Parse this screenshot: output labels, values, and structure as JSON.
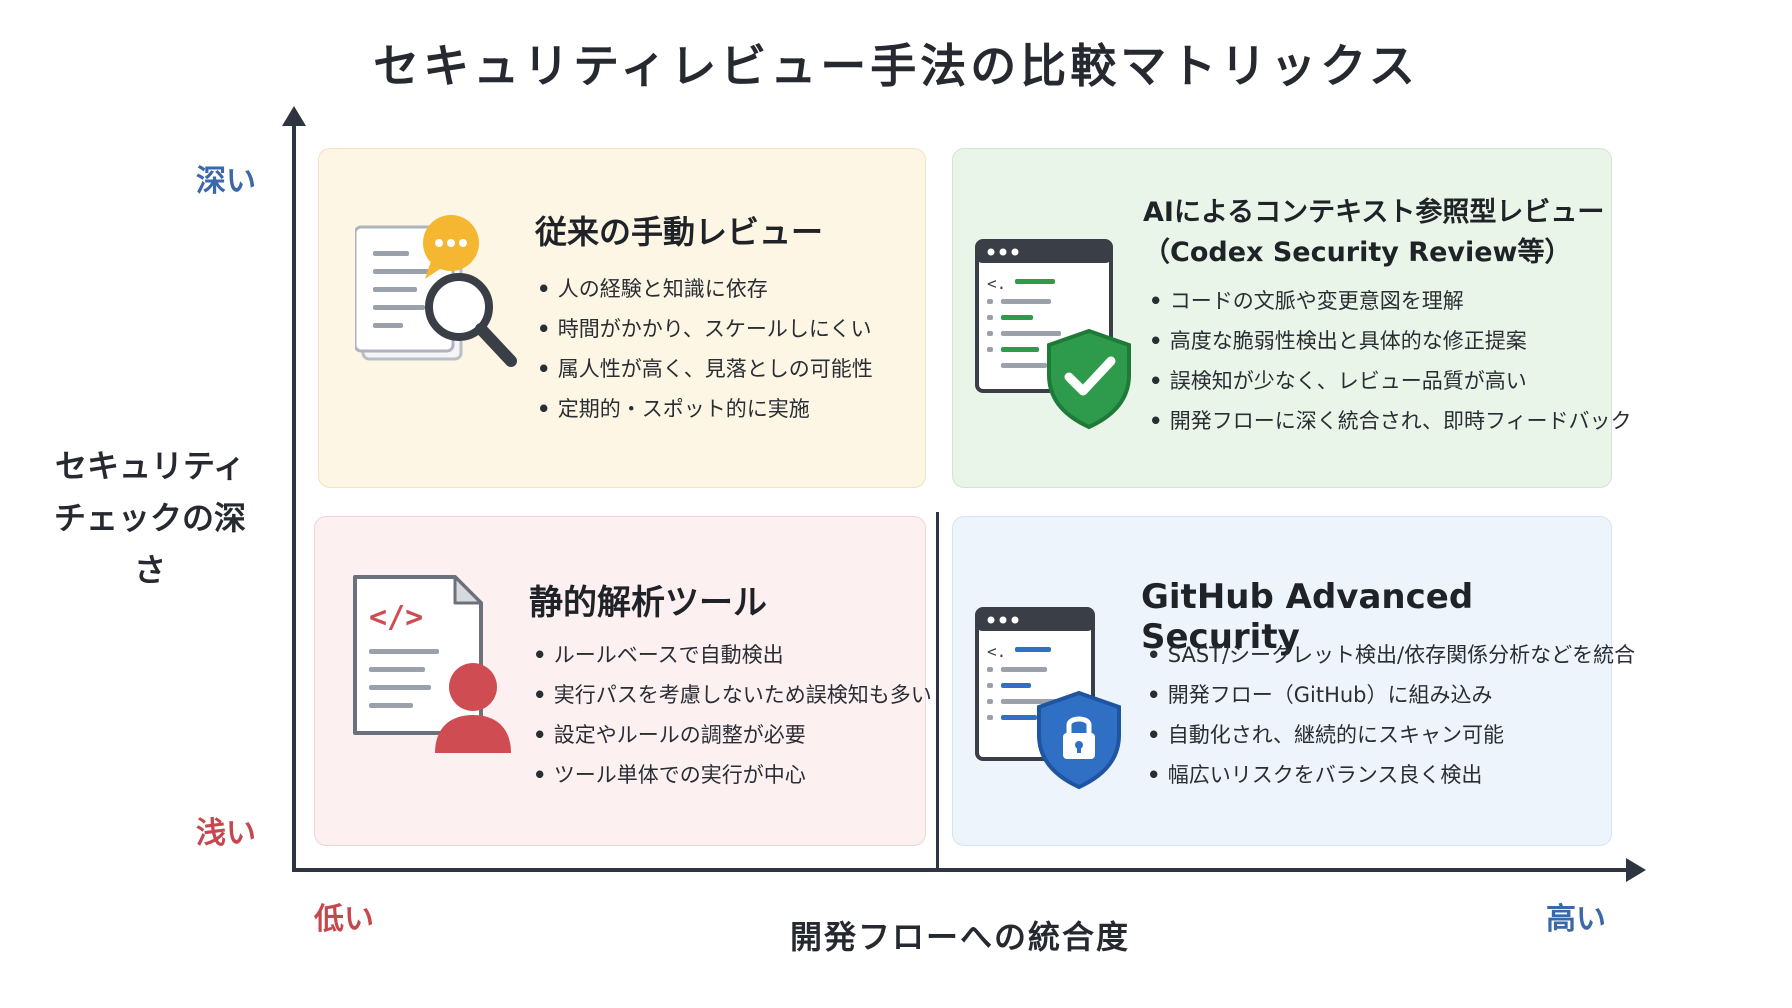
{
  "title": "セキュリティレビュー手法の比較マトリックス",
  "y_axis": {
    "title_line1": "セキュリティ",
    "title_line2": "チェックの深さ",
    "high_label": "深い",
    "low_label": "浅い"
  },
  "x_axis": {
    "title": "開発フローへの統合度",
    "low_label": "低い",
    "high_label": "高い"
  },
  "quadrants": {
    "top_left": {
      "title": "従来の手動レビュー",
      "items": [
        "人の経験と知識に依存",
        "時間がかかり、スケールしにくい",
        "属人性が高く、見落としの可能性",
        "定期的・スポット的に実施"
      ]
    },
    "top_right": {
      "title_line1": "AIによるコンテキスト参照型レビュー",
      "title_line2": "（Codex Security Review等）",
      "items": [
        "コードの文脈や変更意図を理解",
        "高度な脆弱性検出と具体的な修正提案",
        "誤検知が少なく、レビュー品質が高い",
        "開発フローに深く統合され、即時フィードバック"
      ]
    },
    "bottom_left": {
      "title": "静的解析ツール",
      "items": [
        "ルールベースで自動検出",
        "実行パスを考慮しないため誤検知も多い",
        "設定やルールの調整が必要",
        "ツール単体での実行が中心"
      ]
    },
    "bottom_right": {
      "title": "GitHub Advanced Security",
      "items": [
        "SAST/シークレット検出/依存関係分析などを統合",
        "開発フロー（GitHub）に組み込み",
        "自動化され、継続的にスキャン可能",
        "幅広いリスクをバランス良く検出"
      ]
    }
  },
  "icons": {
    "top_left": "document-magnifier-chat-icon",
    "top_right": "code-window-shield-check-icon",
    "bottom_left": "code-document-user-icon",
    "bottom_right": "code-window-shield-lock-icon"
  },
  "colors": {
    "deep": "#3b68a8",
    "shallow": "#c6484f",
    "chat": "#f5b731",
    "shield_green": "#2e9a4c",
    "shield_blue": "#2f6fc4",
    "user_red": "#cf4d52"
  }
}
